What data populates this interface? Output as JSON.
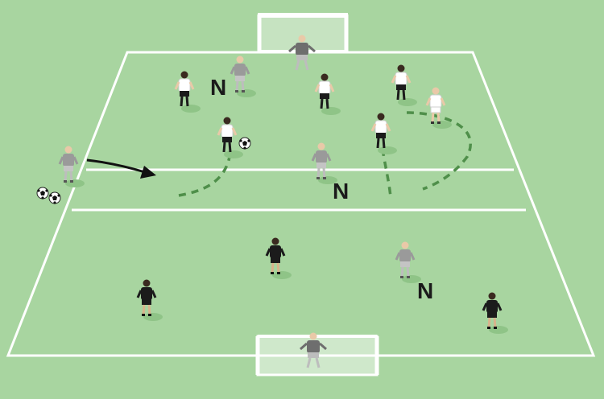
{
  "diagram": {
    "colors": {
      "pitch": "#a8d5a0",
      "lines": "#ffffff",
      "shadow": "#8fc487",
      "team_white": "#ffffff",
      "team_black": "#1b1b1b",
      "neutral_grey": "#9a9a9a",
      "keeper_dark": "#6e6e6e",
      "run_path": "#4f8f4a",
      "pass_arrow": "#111111"
    },
    "neutral_labels": [
      "N",
      "N",
      "N"
    ],
    "legend_note": ""
  }
}
